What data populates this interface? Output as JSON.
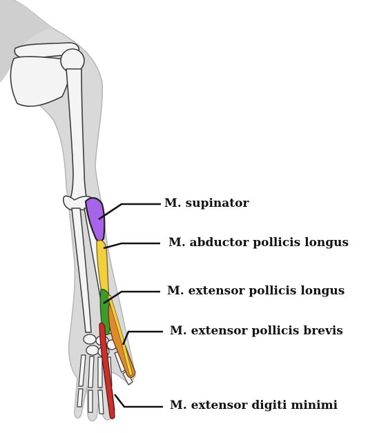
{
  "labels": {
    "supinator": "M. supinator",
    "abductor_pollicis_longus": "M. abductor pollicis longus",
    "extensor_pollicis_longus": "M. extensor pollicis longus",
    "extensor_pollicis_brevis": "M. extensor pollicis brevis",
    "extensor_digiti_minimi": "M. extensor digiti minimi"
  },
  "colors": {
    "supinator": "#a864e8",
    "abductor_pollicis_longus": "#f2cf3c",
    "extensor_pollicis_longus": "#3f9a2e",
    "extensor_pollicis_brevis": "#e08a2e",
    "extensor_digiti_minimi": "#c8302c",
    "skin_shade": "#d9d9d9",
    "bone": "#f4f4f4",
    "outline": "#3a3a3a",
    "leader": "#111111"
  }
}
